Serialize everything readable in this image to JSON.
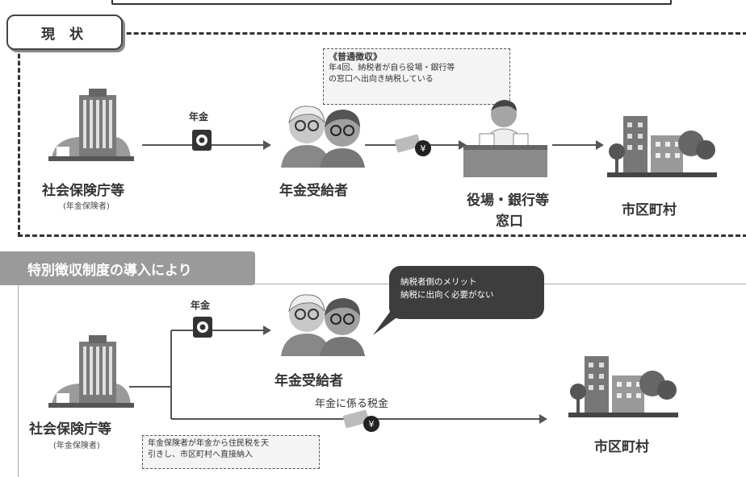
{
  "current": {
    "tag": "現 状",
    "agency_label": "社会保険庁等",
    "agency_sub": "(年金保険者)",
    "pension_label": "年金",
    "recipient_label": "年金受給者",
    "normal_title": "《普通徴収》",
    "normal_text_1": "年4回、納税者が自ら役場・銀行等",
    "normal_text_2": "の窓口へ出向き納税している",
    "counter_label_1": "役場・銀行等",
    "counter_label_2": "窓口",
    "municipality_label": "市区町村"
  },
  "special": {
    "banner": "特別徴収制度の導入により",
    "agency_label": "社会保険庁等",
    "agency_sub": "(年金保険者)",
    "pension_label": "年金",
    "recipient_label": "年金受給者",
    "bubble_line_1": "納税者側のメリット",
    "bubble_line_2": "納税に出向く必要がない",
    "tax_label": "年金に係る税金",
    "municipality_label": "市区町村",
    "note_1": "年金保険者が年金から住民税を天",
    "note_2": "引きし、市区町村へ直接納入"
  }
}
